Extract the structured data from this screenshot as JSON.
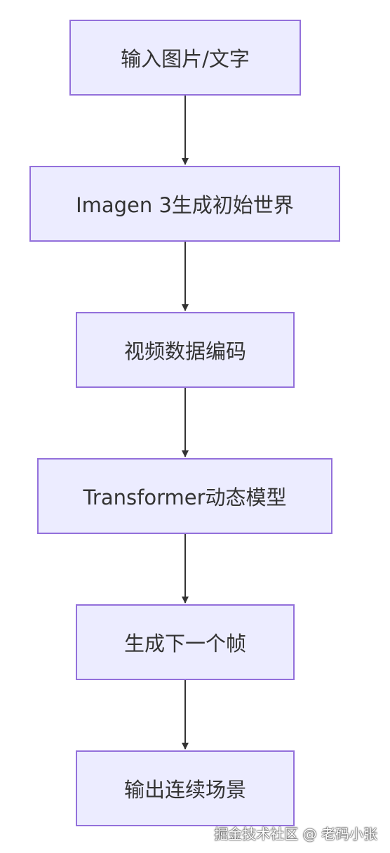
{
  "flowchart": {
    "nodes": [
      {
        "id": "n1",
        "label": "输入图片/文字"
      },
      {
        "id": "n2",
        "label": "Imagen 3生成初始世界"
      },
      {
        "id": "n3",
        "label": "视频数据编码"
      },
      {
        "id": "n4",
        "label": "Transformer动态模型"
      },
      {
        "id": "n5",
        "label": "生成下一个帧"
      },
      {
        "id": "n6",
        "label": "输出连续场景"
      }
    ],
    "edges": [
      {
        "from": "n1",
        "to": "n2"
      },
      {
        "from": "n2",
        "to": "n3"
      },
      {
        "from": "n3",
        "to": "n4"
      },
      {
        "from": "n4",
        "to": "n5"
      },
      {
        "from": "n5",
        "to": "n6"
      }
    ],
    "colors": {
      "node_fill": "#ECECFF",
      "node_border": "#9370DB",
      "text": "#333333",
      "edge": "#333333"
    }
  },
  "watermark": "掘金技术社区 @ 老码小张"
}
